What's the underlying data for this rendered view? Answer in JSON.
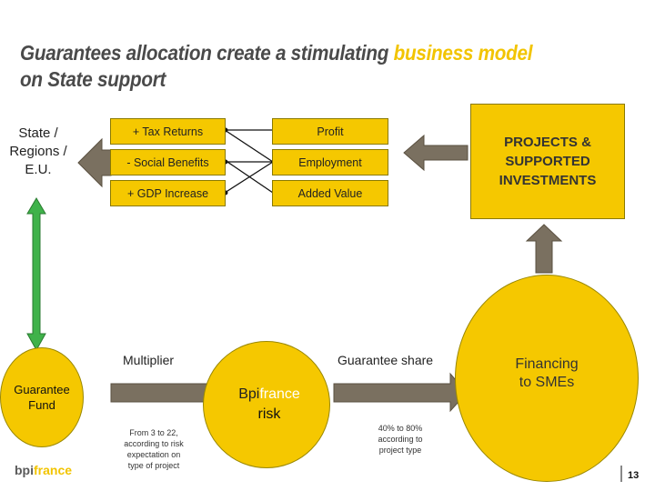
{
  "title": {
    "part1": "Guarantees allocation create a stimulating ",
    "highlight": "business model",
    "line2": "on State support"
  },
  "left_label": {
    "line1": "State /",
    "line2": "Regions /",
    "line3": "E.U."
  },
  "benefits": [
    "+ Tax Returns",
    "- Social Benefits",
    "+ GDP Increase"
  ],
  "results": [
    "Profit",
    "Employment",
    "Added Value"
  ],
  "projects_box": {
    "line1": "PROJECTS &",
    "line2": "SUPPORTED",
    "line3": "INVESTMENTS"
  },
  "guarantee_fund": {
    "line1": "Guarantee",
    "line2": "Fund"
  },
  "multiplier": {
    "label": "Multiplier",
    "note": [
      "From 3 to 22,",
      "according to risk",
      "expectation on",
      "type of project"
    ]
  },
  "bpifrance_risk": {
    "brand_a": "Bpi",
    "brand_b": "france",
    "line2": "risk"
  },
  "guarantee_share": {
    "label": "Guarantee share",
    "note": [
      "40% to 80%",
      "according to",
      "project type"
    ]
  },
  "financing": {
    "line1": "Financing",
    "line2": "to SMEs"
  },
  "logo": {
    "text_a": "bpi",
    "text_b": "france"
  },
  "page_number": "13",
  "colors": {
    "yellow": "#f5c800",
    "highlight": "#f2c400",
    "green_arrow": "#3fb24a",
    "gray_arrow": "#7a7060"
  }
}
